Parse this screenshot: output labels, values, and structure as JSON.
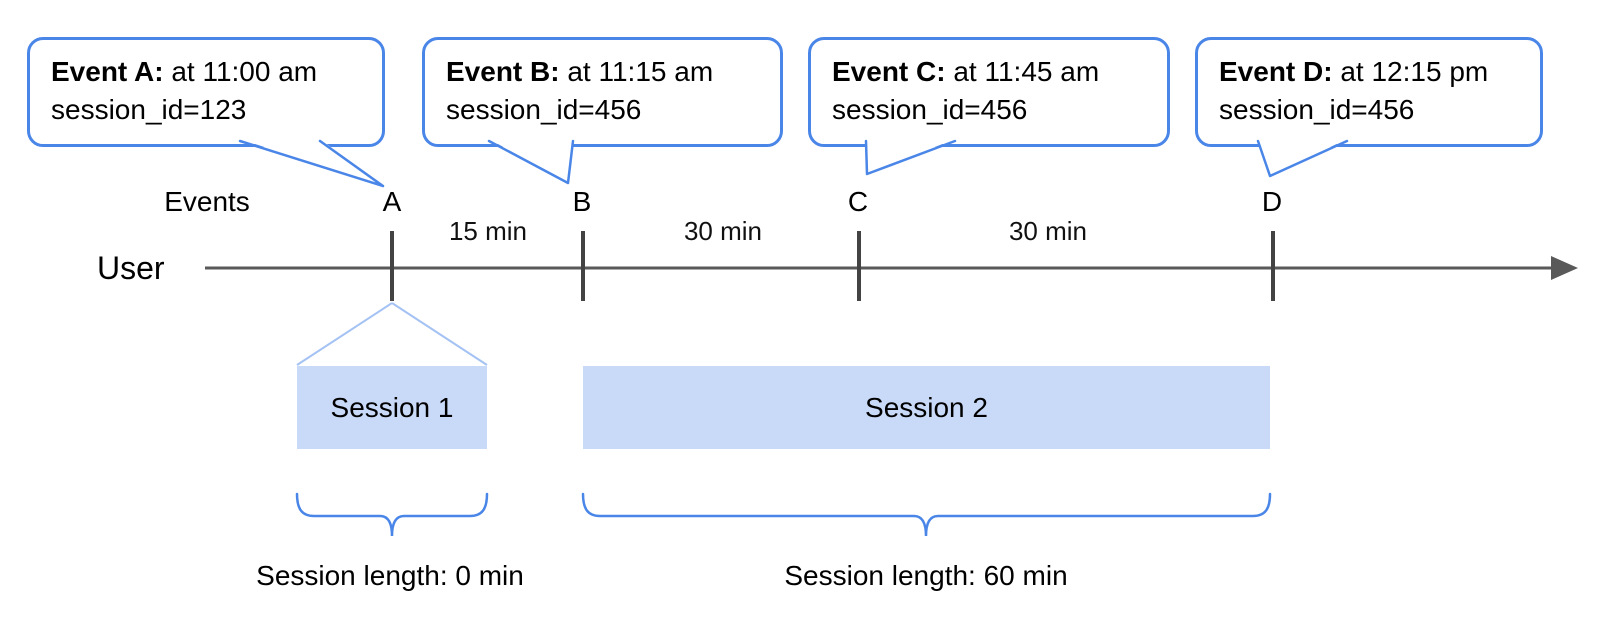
{
  "diagram_type": "session-timeline",
  "colors": {
    "accent_blue": "#4a86e8",
    "funnel_light_blue": "#a4c2f4",
    "session_fill": "#c9daf8",
    "axis_gray": "#595959",
    "tick_gray": "#434343",
    "text": "#000000"
  },
  "callouts": [
    {
      "event": "A",
      "bold": "Event A:",
      "rest": " at 11:00 am",
      "line2": "session_id=123"
    },
    {
      "event": "B",
      "bold": "Event B:",
      "rest": " at 11:15 am",
      "line2": "session_id=456"
    },
    {
      "event": "C",
      "bold": "Event C:",
      "rest": " at 11:45 am",
      "line2": "session_id=456"
    },
    {
      "event": "D",
      "bold": "Event D:",
      "rest": " at 12:15 pm",
      "line2": "session_id=456"
    }
  ],
  "axis": {
    "events_label": "Events",
    "user_label": "User",
    "markers": [
      "A",
      "B",
      "C",
      "D"
    ],
    "intervals": [
      "15 min",
      "30 min",
      "30 min"
    ]
  },
  "sessions": [
    {
      "label": "Session 1",
      "length": "Session length: 0 min"
    },
    {
      "label": "Session 2",
      "length": "Session length: 60 min"
    }
  ]
}
